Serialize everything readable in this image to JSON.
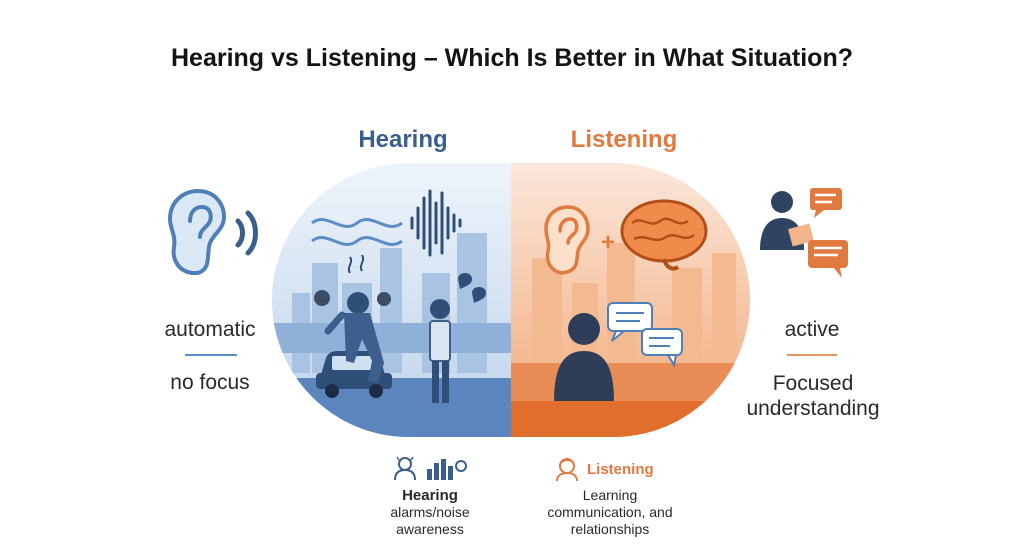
{
  "title": "Hearing vs Listening – Which Is Better in What Situation?",
  "hearing": {
    "heading": "Hearing",
    "side_top": "automatic",
    "side_bottom": "no focus",
    "color": "#3b5f8c",
    "footer_title": "Hearing",
    "footer_lines": [
      "alarms/noise",
      "awareness"
    ]
  },
  "listening": {
    "heading": "Listening",
    "side_top": "active",
    "side_bottom_lines": [
      "Focused",
      "understanding"
    ],
    "color": "#e07a3f",
    "footer_title": "Listening",
    "footer_lines": [
      "Learning",
      "communication, and",
      "relationships"
    ]
  },
  "icons": [
    "ear-icon",
    "sound-waves-icon",
    "brain-icon",
    "person-reading-icon",
    "chat-bubble-icon",
    "car-icon",
    "person-icon",
    "bar-chart-icon"
  ]
}
